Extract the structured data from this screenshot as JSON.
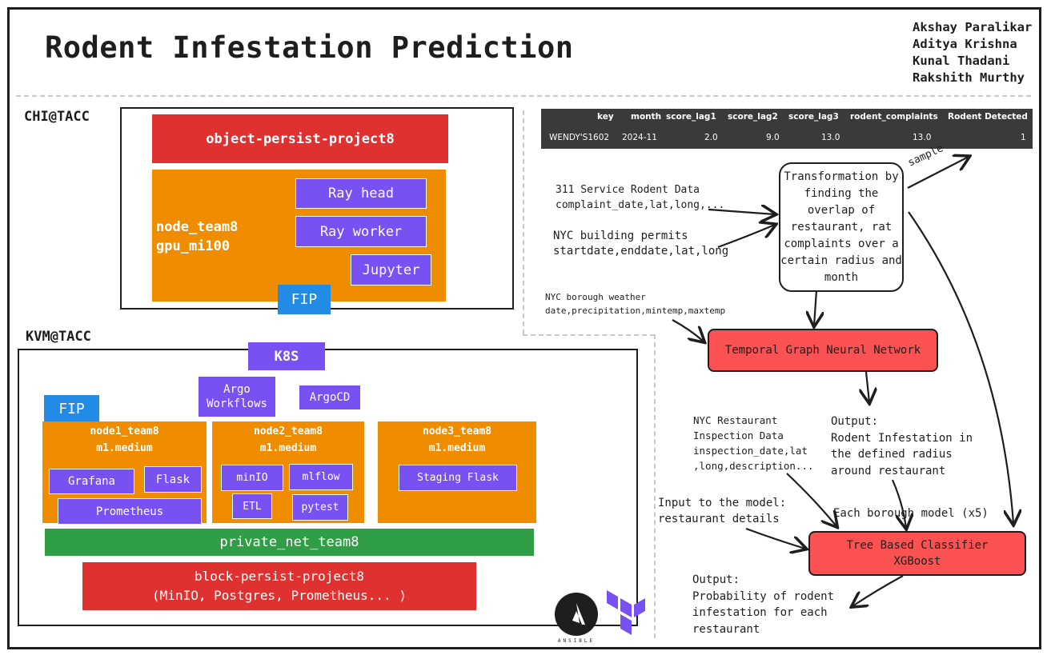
{
  "title": "Rodent Infestation Prediction",
  "authors": [
    "Akshay Paralikar",
    "Aditya Krishna",
    "Kunal Thadani",
    "Rakshith Murthy"
  ],
  "chi": {
    "label": "CHI@TACC",
    "object_store": "object-persist-project8",
    "node_name": "node_team8",
    "node_type": "gpu_mi100",
    "ray_head": "Ray head",
    "ray_worker": "Ray worker",
    "jupyter": "Jupyter",
    "fip": "FIP"
  },
  "kvm": {
    "label": "KVM@TACC",
    "k8s": "K8S",
    "argo_workflows": "Argo Workflows",
    "argocd": "ArgoCD",
    "fip": "FIP",
    "node1": {
      "name": "node1_team8",
      "type": "m1.medium",
      "grafana": "Grafana",
      "flask": "Flask",
      "prometheus": "Prometheus"
    },
    "node2": {
      "name": "node2_team8",
      "type": "m1.medium",
      "minio": "minIO",
      "mlflow": "mlflow",
      "etl": "ETL",
      "pytest": "pytest"
    },
    "node3": {
      "name": "node3_team8",
      "type": "m1.medium",
      "staging_flask": "Staging Flask"
    },
    "private_net": "private_net_team8",
    "block_line1": "block-persist-project8",
    "block_line2": "(MinIO, Postgres, Prometheus... )"
  },
  "table": {
    "headers": [
      "key",
      "month",
      "score_lag1",
      "score_lag2",
      "score_lag3",
      "rodent_complaints",
      "Rodent Detected"
    ],
    "row": [
      "WENDY'S1602",
      "2024-11",
      "2.0",
      "9.0",
      "13.0",
      "13.0",
      "1"
    ]
  },
  "pipeline": {
    "rodent_data_1": "311 Service Rodent Data",
    "rodent_data_2": "complaint_date,lat,long,...",
    "permits_1": "NYC building permits",
    "permits_2": "startdate,enddate,lat,long",
    "weather_1": "NYC borough weather",
    "weather_2": "date,precipitation,mintemp,maxtemp",
    "transform": "Transformation by finding the overlap of restaurant, rat complaints over a certain radius and month",
    "sample": "sample",
    "tgnn": "Temporal Graph Neural Network",
    "output1_1": "Output:",
    "output1_2": "Rodent Infestation in",
    "output1_3": "the defined radius",
    "output1_4": "around restaurant",
    "inspection_1": "NYC Restaurant",
    "inspection_2": "Inspection Data",
    "inspection_3": "inspection_date,lat",
    "inspection_4": ",long,description...",
    "input_1": "Input to the model:",
    "input_2": "restaurant details",
    "borough_model": "Each borough model (x5)",
    "classifier_1": "Tree Based Classifier",
    "classifier_2": "XGBoost",
    "output2_1": "Output:",
    "output2_2": "Probability of rodent",
    "output2_3": "infestation for each",
    "output2_4": "restaurant"
  },
  "logos": {
    "ansible": "ANSIBLE"
  },
  "colors": {
    "red": "#e03131",
    "orange": "#f08c00",
    "purple": "#7950f2",
    "blue": "#228be6",
    "green": "#2f9e44",
    "model_red": "#fa5252"
  }
}
